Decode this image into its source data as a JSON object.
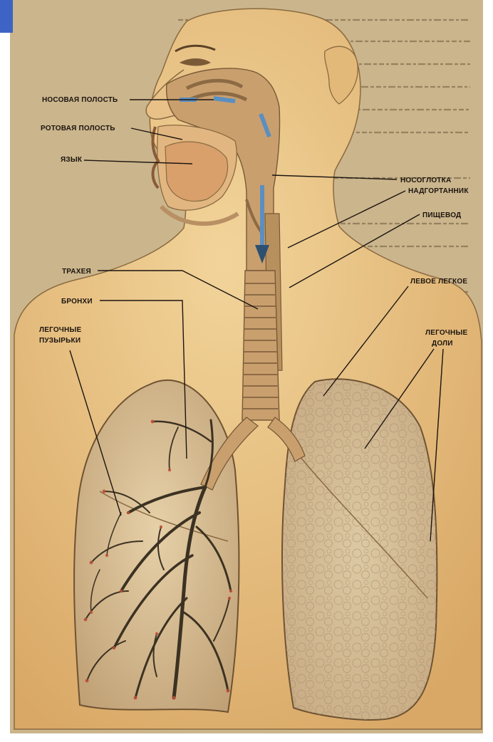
{
  "labels": {
    "nasal_cavity": "НОСОВАЯ ПОЛОСТЬ",
    "oral_cavity": "РОТОВАЯ ПОЛОСТЬ",
    "tongue": "ЯЗЫК",
    "nasopharynx": "НОСОГЛОТКА",
    "epiglottis": "НАДГОРТАННИК",
    "esophagus": "ПИЩЕВОД",
    "trachea": "ТРАХЕЯ",
    "bronchi": "БРОНХИ",
    "alveoli_line1": "ЛЕГОЧНЫЕ",
    "alveoli_line2": "ПУЗЫРЬКИ",
    "left_lung": "ЛЕВОЕ ЛЕГКОЕ",
    "lobes_line1": "ЛЕГОЧНЫЕ",
    "lobes_line2": "ДОЛИ"
  },
  "colors": {
    "page_background": "#cbb58c",
    "skin": "#ecc98c",
    "lung_tissue": "#d9bf9a",
    "airway": "#c99f6e",
    "bronchiole": "#3c3222",
    "label_text": "#1c1510",
    "corner_tab": "#3d64c4"
  }
}
